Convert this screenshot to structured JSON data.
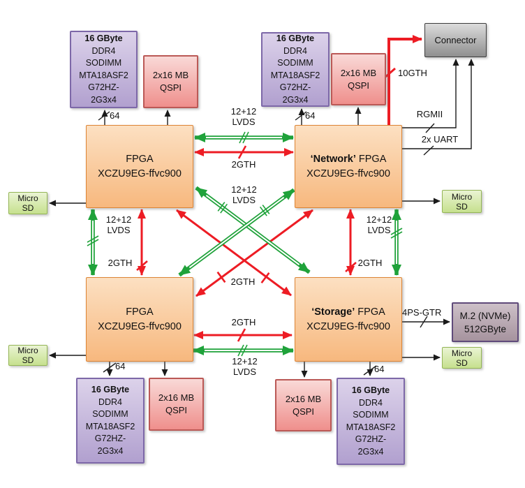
{
  "colors": {
    "lvds_green": "#1fa23a",
    "gth_red": "#ed1c24",
    "wire_black": "#1a1a1a",
    "fpga_fill_top": "#fce0c2",
    "fpga_fill_bottom": "#f7b87e",
    "fpga_border": "#dd8434",
    "ddr_fill_top": "#dcd2ea",
    "ddr_fill_bottom": "#b1a0cf",
    "ddr_border": "#7d68a8",
    "qspi_fill_top": "#f9d9d7",
    "qspi_fill_bottom": "#ef8f8c",
    "qspi_border": "#bb5956",
    "sd_fill_top": "#eaf4d3",
    "sd_fill_bottom": "#c6e08e",
    "sd_border": "#94b556",
    "connector_fill_top": "#dcdcdc",
    "connector_fill_bottom": "#8f8f8f",
    "connector_border": "#3c3c3c",
    "m2_fill_top": "#cdc0c8",
    "m2_fill_bottom": "#a6939e",
    "m2_border": "#5f4a7a"
  },
  "boxes": {
    "ddr": {
      "line1": "16 GByte",
      "line2": "DDR4",
      "line3": "SODIMM",
      "line4": "MTA18ASF2",
      "line5": "G72HZ-",
      "line6": "2G3x4"
    },
    "qspi": {
      "line1": "2x16 MB",
      "line2": "QSPI"
    },
    "fpga": {
      "line1": "FPGA",
      "line2": "XCZU9EG-ffvc900"
    },
    "network_fpga": {
      "name": "‘Network’",
      "suffix": " FPGA",
      "line2": "XCZU9EG-ffvc900"
    },
    "storage_fpga": {
      "name": "‘Storage’",
      "suffix": " FPGA",
      "line2": "XCZU9EG-ffvc900"
    },
    "micro_sd": {
      "line1": "Micro",
      "line2": "SD"
    },
    "connector": {
      "label": "Connector"
    },
    "m2": {
      "line1": "M.2 (NVMe)",
      "line2": "512GByte"
    }
  },
  "links": {
    "lvds_line1": "12+12",
    "lvds_line2": "LVDS",
    "gth2": "2GTH",
    "gth10": "10GTH",
    "rgmii": "RGMII",
    "uart": "2x UART",
    "psgtr": "4PS-GTR",
    "bus64": "64"
  }
}
